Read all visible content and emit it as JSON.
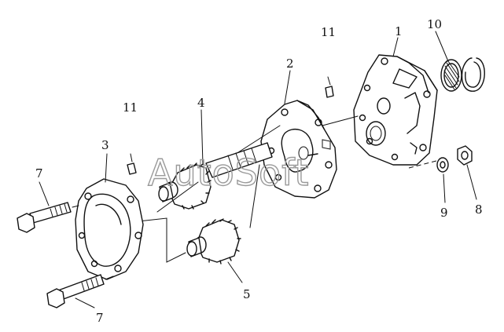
{
  "callouts": [
    {
      "id": "c1",
      "text": "1"
    },
    {
      "id": "c2",
      "text": "2"
    },
    {
      "id": "c3",
      "text": "3"
    },
    {
      "id": "c4",
      "text": "4"
    },
    {
      "id": "c5",
      "text": "5"
    },
    {
      "id": "c7a",
      "text": "7"
    },
    {
      "id": "c7b",
      "text": "7"
    },
    {
      "id": "c8",
      "text": "8"
    },
    {
      "id": "c9",
      "text": "9"
    },
    {
      "id": "c10",
      "text": "10"
    },
    {
      "id": "c11a",
      "text": "11"
    },
    {
      "id": "c11b",
      "text": "11"
    }
  ],
  "watermark": "AutoSoft"
}
